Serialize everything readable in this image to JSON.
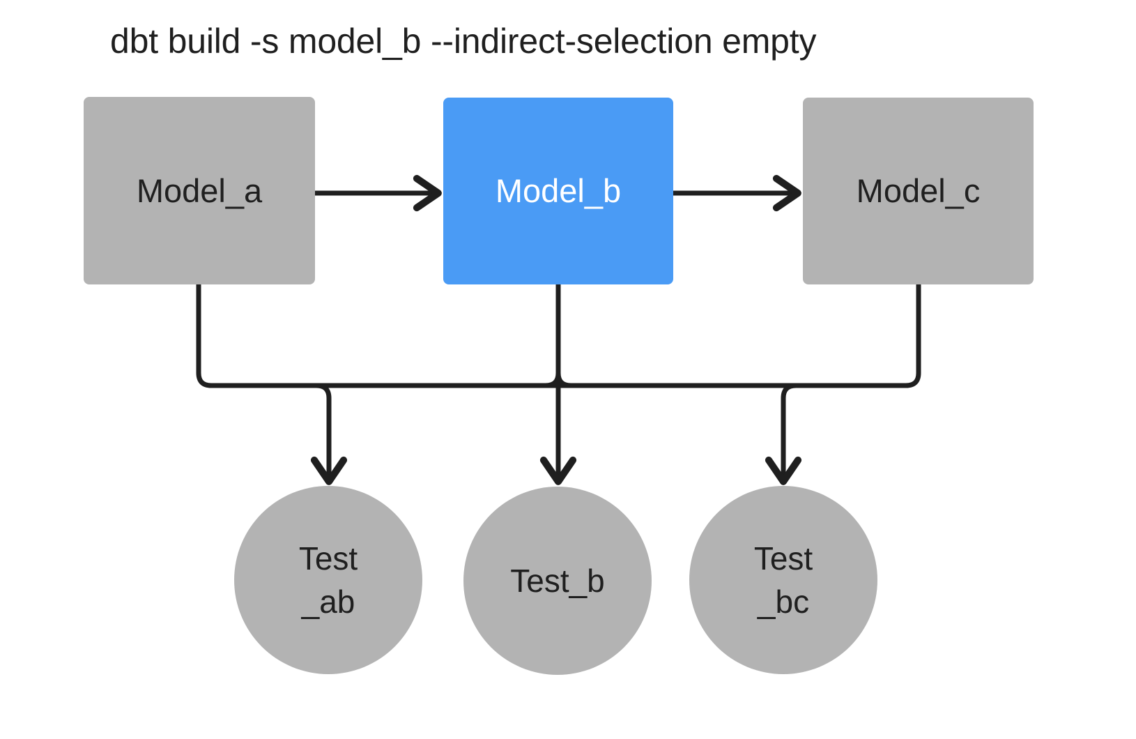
{
  "diagram": {
    "title": "dbt build -s model_b --indirect-selection empty",
    "background_color": "#ffffff",
    "edge_color": "#1f1f1f",
    "node_gray": "#b3b3b3",
    "node_selected_blue": "#4a9bf5",
    "nodes": [
      {
        "id": "model_a",
        "label": "Model_a",
        "shape": "rectangle",
        "state": "unselected",
        "color": "#b3b3b3",
        "text_color": "#1f1f1f"
      },
      {
        "id": "model_b",
        "label": "Model_b",
        "shape": "rectangle",
        "state": "selected",
        "color": "#4a9bf5",
        "text_color": "#ffffff"
      },
      {
        "id": "model_c",
        "label": "Model_c",
        "shape": "rectangle",
        "state": "unselected",
        "color": "#b3b3b3",
        "text_color": "#1f1f1f"
      },
      {
        "id": "test_ab",
        "label": "Test\n_ab",
        "shape": "circle",
        "state": "unselected",
        "color": "#b3b3b3",
        "text_color": "#1f1f1f"
      },
      {
        "id": "test_b",
        "label": "Test_b",
        "shape": "circle",
        "state": "unselected",
        "color": "#b3b3b3",
        "text_color": "#1f1f1f"
      },
      {
        "id": "test_bc",
        "label": "Test\n_bc",
        "shape": "circle",
        "state": "unselected",
        "color": "#b3b3b3",
        "text_color": "#1f1f1f"
      }
    ],
    "edges": [
      {
        "id": "edge-a-b",
        "from": "model_a",
        "to": "model_b",
        "arrow": true
      },
      {
        "id": "edge-b-c",
        "from": "model_b",
        "to": "model_c",
        "arrow": true
      },
      {
        "id": "edge-a-ab",
        "from": "model_a",
        "to": "test_ab",
        "arrow": true
      },
      {
        "id": "edge-b-ab",
        "from": "model_b",
        "to": "test_ab",
        "arrow": true
      },
      {
        "id": "edge-b-b",
        "from": "model_b",
        "to": "test_b",
        "arrow": true
      },
      {
        "id": "edge-b-bc",
        "from": "model_b",
        "to": "test_bc",
        "arrow": true
      },
      {
        "id": "edge-c-bc",
        "from": "model_c",
        "to": "test_bc",
        "arrow": true
      }
    ]
  }
}
